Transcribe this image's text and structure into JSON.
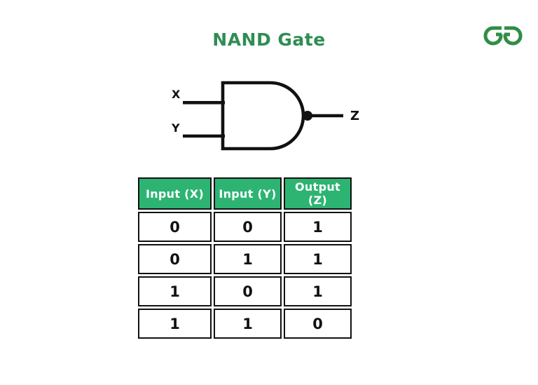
{
  "title": {
    "text": "NAND Gate",
    "color": "#2f8d53"
  },
  "logo": {
    "name": "geeksforgeeks-logo",
    "color": "#2f8d46"
  },
  "diagram": {
    "gate": "NAND",
    "stroke_color": "#111111",
    "labels": {
      "input_top": "X",
      "input_bottom": "Y",
      "output": "Z"
    }
  },
  "truth_table": {
    "columns": [
      "Input (X)",
      "Input (Y)",
      "Output (Z)"
    ],
    "rows": [
      [
        "0",
        "0",
        "1"
      ],
      [
        "0",
        "1",
        "1"
      ],
      [
        "1",
        "0",
        "1"
      ],
      [
        "1",
        "1",
        "0"
      ]
    ],
    "header_bg": "#2db473",
    "header_text_color": "#ffffff",
    "border_color": "#111111"
  }
}
